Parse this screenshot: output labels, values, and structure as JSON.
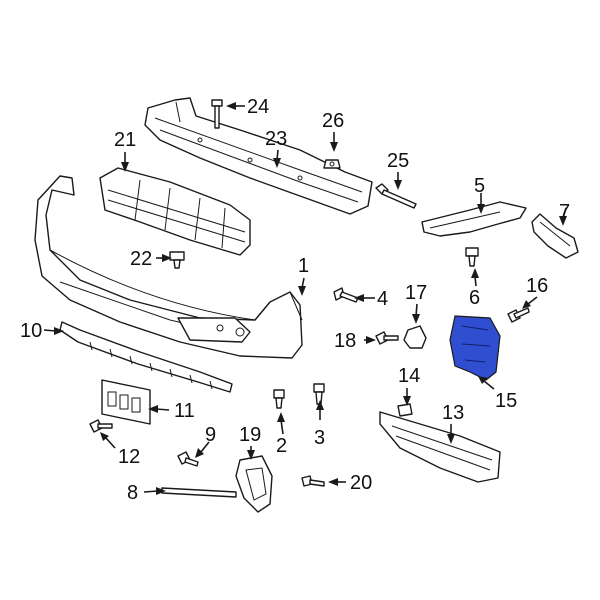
{
  "diagram": {
    "highlight_color": "#2f4fd0",
    "callouts": {
      "c1": "1",
      "c2": "2",
      "c3": "3",
      "c4": "4",
      "c5": "5",
      "c6": "6",
      "c7": "7",
      "c8": "8",
      "c9": "9",
      "c10": "10",
      "c11": "11",
      "c12": "12",
      "c13": "13",
      "c14": "14",
      "c15": "15",
      "c16": "16",
      "c17": "17",
      "c18": "18",
      "c19": "19",
      "c20": "20",
      "c21": "21",
      "c22": "22",
      "c23": "23",
      "c24": "24",
      "c25": "25",
      "c26": "26"
    }
  }
}
